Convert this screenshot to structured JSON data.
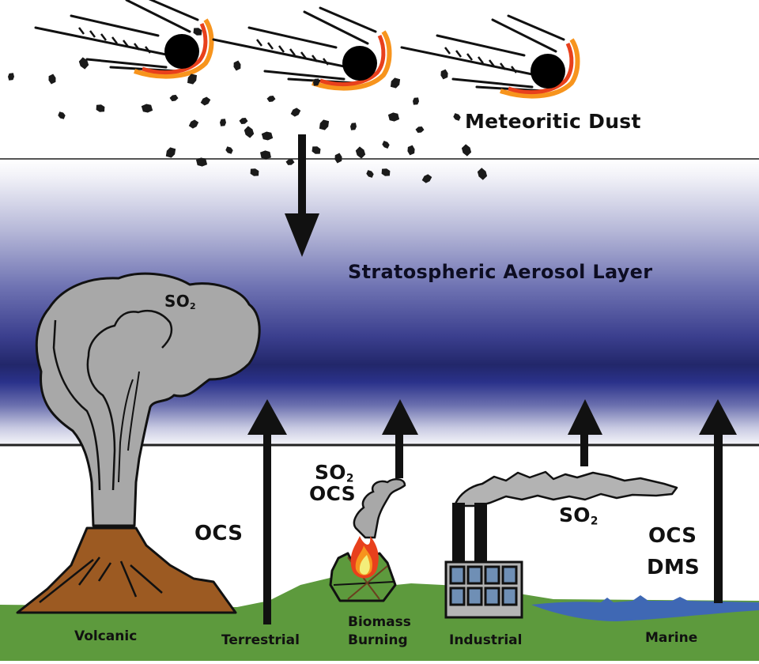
{
  "diagram": {
    "layers": {
      "top": "Meteoritic Dust",
      "middle": "Stratospheric Aerosol Layer"
    },
    "sources": [
      {
        "name": "Volcanic",
        "emissions": [
          "SO",
          "2"
        ]
      },
      {
        "name": "Terrestrial",
        "emissions": [
          "OCS"
        ]
      },
      {
        "name_line1": "Biomass",
        "name_line2": "Burning",
        "emissions": [
          "SO",
          "2",
          "OCS"
        ]
      },
      {
        "name": "Industrial",
        "emissions": [
          "SO",
          "2"
        ]
      },
      {
        "name": "Marine",
        "emissions": [
          "OCS",
          "DMS"
        ]
      }
    ],
    "colors": {
      "band_dark": "#23286a",
      "band_mid": "#5b5fa6",
      "ground": "#5d9a3d",
      "volcano": "#9c5a22",
      "plume": "#a8a8a8",
      "water": "#3f68b4",
      "fire_outer": "#e8401c",
      "fire_mid": "#f7941d",
      "fire_core": "#f3ee7a",
      "window": "#6f8fb5"
    },
    "icons": [
      "meteor-icon",
      "dust-particle-icon",
      "volcano-icon",
      "fire-icon",
      "factory-icon",
      "water-waves-icon",
      "arrow-up-icon",
      "arrow-down-icon"
    ]
  }
}
